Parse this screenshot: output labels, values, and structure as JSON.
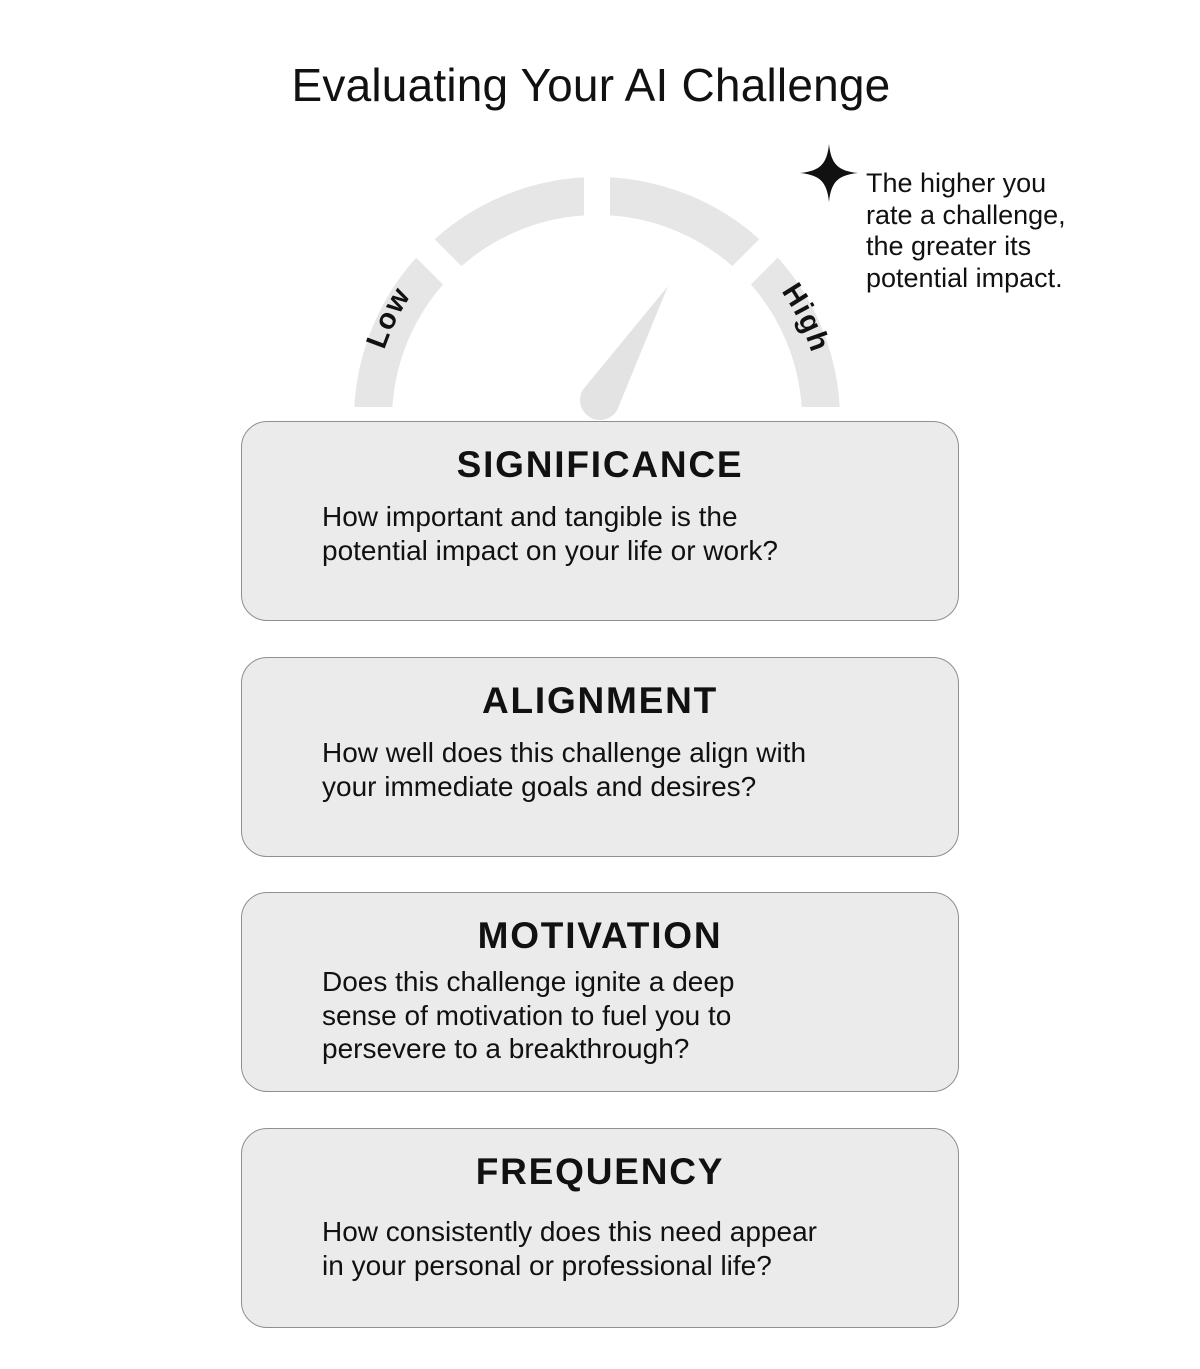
{
  "title": "Evaluating Your AI Challenge",
  "gauge": {
    "low_label": "Low",
    "high_label": "High",
    "segment_color": "#e6e6e6",
    "needle_color": "#e3e3e3"
  },
  "note": {
    "icon": "sparkle-icon",
    "lines": [
      "The higher you",
      "rate a challenge,",
      "the greater its",
      "potential impact."
    ]
  },
  "cards": [
    {
      "heading": "SIGNIFICANCE",
      "lines": [
        "How important and tangible is the",
        "potential impact on your life or work?"
      ]
    },
    {
      "heading": "ALIGNMENT",
      "lines": [
        "How well does this challenge align with",
        "your immediate goals and desires?"
      ]
    },
    {
      "heading": "MOTIVATION",
      "lines": [
        "Does this challenge ignite a deep",
        "sense of motivation to fuel you to",
        "persevere to a breakthrough?"
      ]
    },
    {
      "heading": "FREQUENCY",
      "lines": [
        "How consistently does this need appear",
        "in your personal or professional life?"
      ]
    }
  ]
}
